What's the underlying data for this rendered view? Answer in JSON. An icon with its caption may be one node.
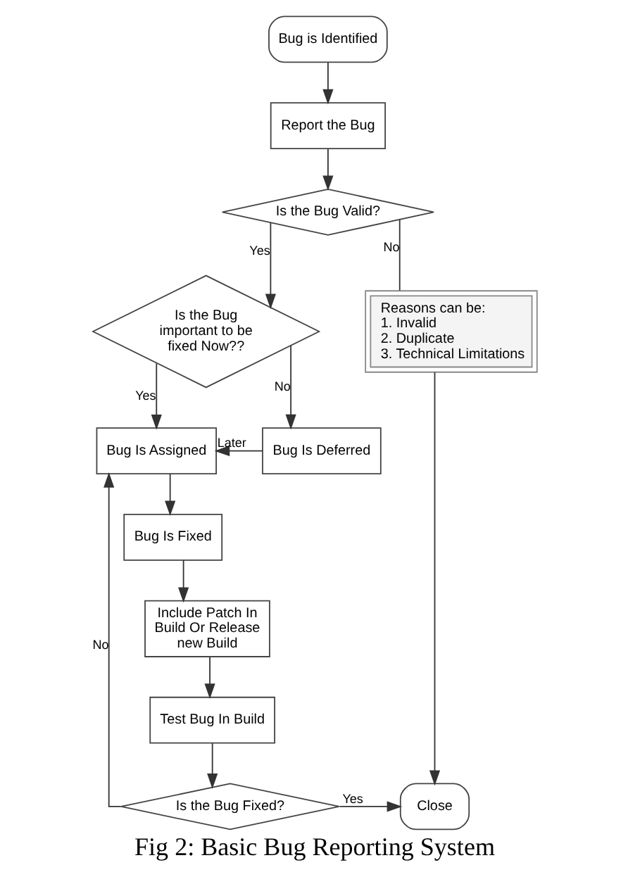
{
  "diagram": {
    "caption": "Fig 2: Basic Bug Reporting System",
    "nodes": [
      {
        "text": [
          "Bug is Identified"
        ]
      },
      {
        "text": [
          "Report the Bug"
        ]
      },
      {
        "text": [
          "Is the Bug Valid?"
        ]
      },
      {
        "text": [
          "Is the Bug important to be fixed Now??"
        ]
      },
      {
        "text": [
          "Bug Is Assigned"
        ]
      },
      {
        "text": [
          "Bug Is Deferred"
        ]
      },
      {
        "text": [
          "Reasons can be:",
          "1. Invalid",
          "2. Duplicate",
          "3. Technical Limitations"
        ]
      },
      {
        "text": [
          "Bug Is Fixed"
        ]
      },
      {
        "text": [
          "Include Patch In Build Or Release new Build"
        ]
      },
      {
        "text": [
          "Test Bug In Build"
        ]
      },
      {
        "text": [
          "Is the Bug Fixed?"
        ]
      },
      {
        "text": [
          "Close"
        ]
      }
    ],
    "edges": [
      {
        "from": 0,
        "to": 1,
        "arrow": "to"
      },
      {
        "from": 1,
        "to": 2,
        "arrow": "to"
      },
      {
        "from": 2,
        "to": 3,
        "arrow": "to",
        "label": "Yes"
      },
      {
        "from": 2,
        "to": 6,
        "arrow": "none",
        "label": "No"
      },
      {
        "from": 3,
        "to": 4,
        "arrow": "to",
        "label": "Yes"
      },
      {
        "from": 3,
        "to": 5,
        "arrow": "to",
        "label": "No"
      },
      {
        "from": 5,
        "to": 4,
        "arrow": "to",
        "label": "Later"
      },
      {
        "from": 4,
        "to": 7,
        "arrow": "to"
      },
      {
        "from": 7,
        "to": 8,
        "arrow": "to"
      },
      {
        "from": 8,
        "to": 9,
        "arrow": "to"
      },
      {
        "from": 9,
        "to": 10,
        "arrow": "to"
      },
      {
        "from": 10,
        "to": 4,
        "arrow": "to",
        "label": "No"
      },
      {
        "from": 10,
        "to": 11,
        "arrow": "to",
        "label": "Yes"
      },
      {
        "from": 6,
        "to": 11,
        "arrow": "to"
      }
    ]
  }
}
